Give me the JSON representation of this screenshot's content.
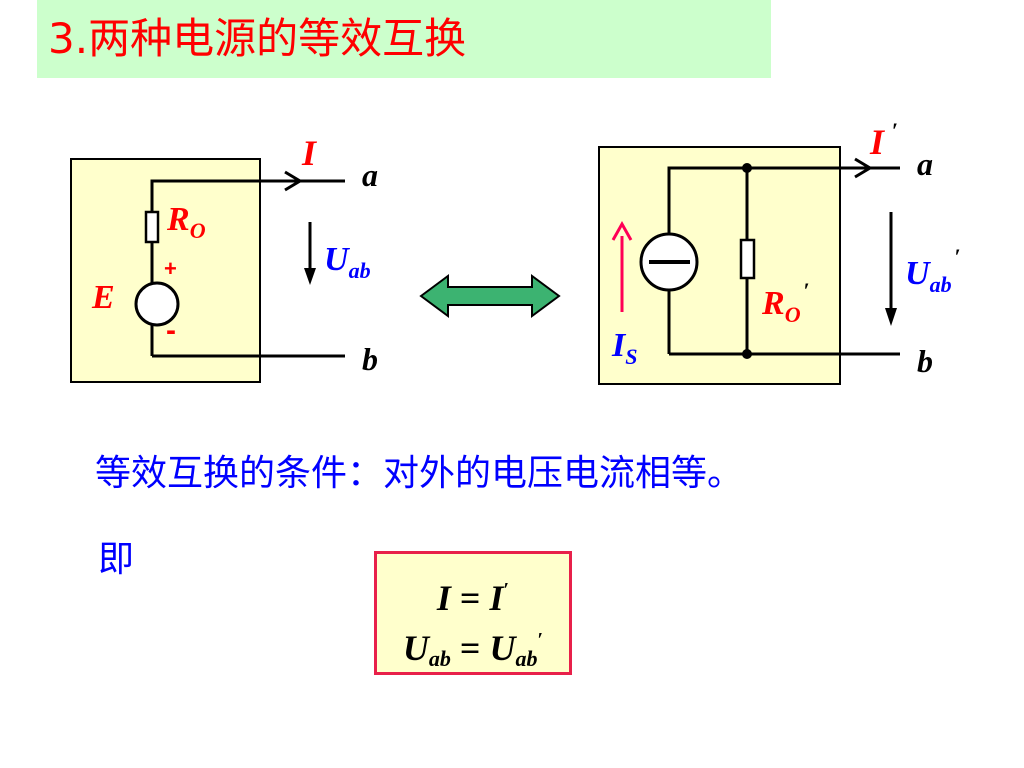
{
  "title": "3.两种电源的等效互换",
  "left_circuit": {
    "current_label": "I",
    "terminal_a": "a",
    "terminal_b": "b",
    "resistor_label": "R",
    "resistor_sub": "O",
    "source_label": "E",
    "plus": "+",
    "minus": "-",
    "voltage_label": "U",
    "voltage_sub": "ab"
  },
  "right_circuit": {
    "current_label": "I",
    "prime": "′",
    "terminal_a": "a",
    "terminal_b": "b",
    "resistor_label": "R",
    "resistor_sub": "O",
    "source_label": "I",
    "source_sub": "S",
    "voltage_label": "U",
    "voltage_sub": "ab"
  },
  "condition_text": "等效互换的条件：对外的电压电流相等。",
  "ji_text": "即",
  "equations": {
    "eq1_lhs": "I",
    "eq1_op": " = ",
    "eq1_rhs": "I",
    "eq2_lhs": "U",
    "eq2_lhs_sub": "ab",
    "eq2_op": " = ",
    "eq2_rhs": "U",
    "eq2_rhs_sub": "ab",
    "prime": "′"
  },
  "colors": {
    "title_bg": "#ccffcc",
    "title_text": "#ff0000",
    "box_fill": "#ffffcc",
    "label_red": "#ff0000",
    "label_blue": "#0000ff",
    "arrow_fill": "#3cb371",
    "current_source_arrow": "#ff0055",
    "eq_border": "#e8204a"
  }
}
